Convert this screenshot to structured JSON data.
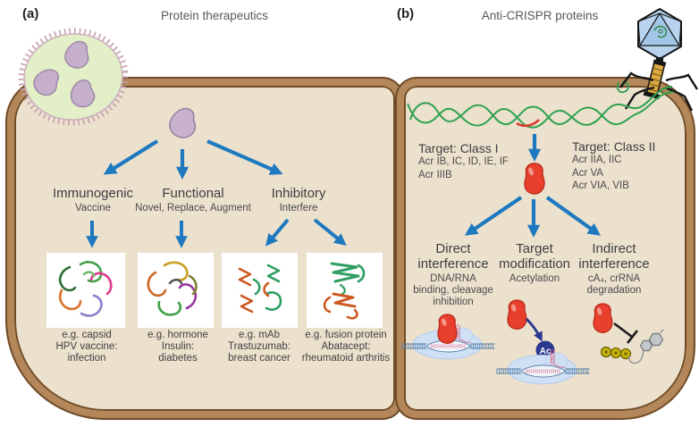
{
  "panel_a": {
    "label": "(a)",
    "title": "Protein therapeutics",
    "branches": [
      {
        "name": "Immunogenic",
        "subtitle": "Vaccine"
      },
      {
        "name": "Functional",
        "subtitle": "Novel, Replace, Augment"
      },
      {
        "name": "Inhibitory",
        "subtitle": "Interfere"
      }
    ],
    "examples": [
      {
        "line1": "e.g. capsid",
        "line2": "HPV vaccine:",
        "line3": "infection"
      },
      {
        "line1": "e.g. hormone",
        "line2": "Insulin:",
        "line3": "diabetes"
      },
      {
        "line1": "e.g. mAb",
        "line2": "Trastuzumab:",
        "line3": "breast cancer"
      },
      {
        "line1": "e.g. fusion protein",
        "line2": "Abatacept:",
        "line3": "rheumatoid arthritis"
      }
    ]
  },
  "panel_b": {
    "label": "(b)",
    "title": "Anti-CRISPR proteins",
    "class_1": {
      "title": "Target: Class I",
      "line1": "Acr IB, IC, ID, IE, IF",
      "line2": "Acr IIIB"
    },
    "class_2": {
      "title": "Target: Class II",
      "line1": "Acr IIA, IIC",
      "line2": "Acr VA",
      "line3": "Acr VIA, VIB"
    },
    "mechanisms": [
      {
        "name_line1": "Direct",
        "name_line2": "interference",
        "sub1": "DNA/RNA",
        "sub2": "binding, cleavage",
        "sub3": "inhibition"
      },
      {
        "name_line1": "Target",
        "name_line2": "modification",
        "sub1": "Acetylation"
      },
      {
        "name_line1": "Indirect",
        "name_line2": "interference",
        "sub1": "cA₄, crRNA",
        "sub2": "degradation"
      }
    ],
    "acetyl_badge": "Ac"
  },
  "colors": {
    "membrane": "#b3875a",
    "membrane_outline": "#6f4b26",
    "cytoplasm": "#ece1cd",
    "arrow_blue": "#1e79c0",
    "acr_red": "#e8402c",
    "dna_green": "#2ea14f",
    "navy": "#2b3990",
    "title_gray": "#58595b",
    "text_dark": "#414042"
  }
}
